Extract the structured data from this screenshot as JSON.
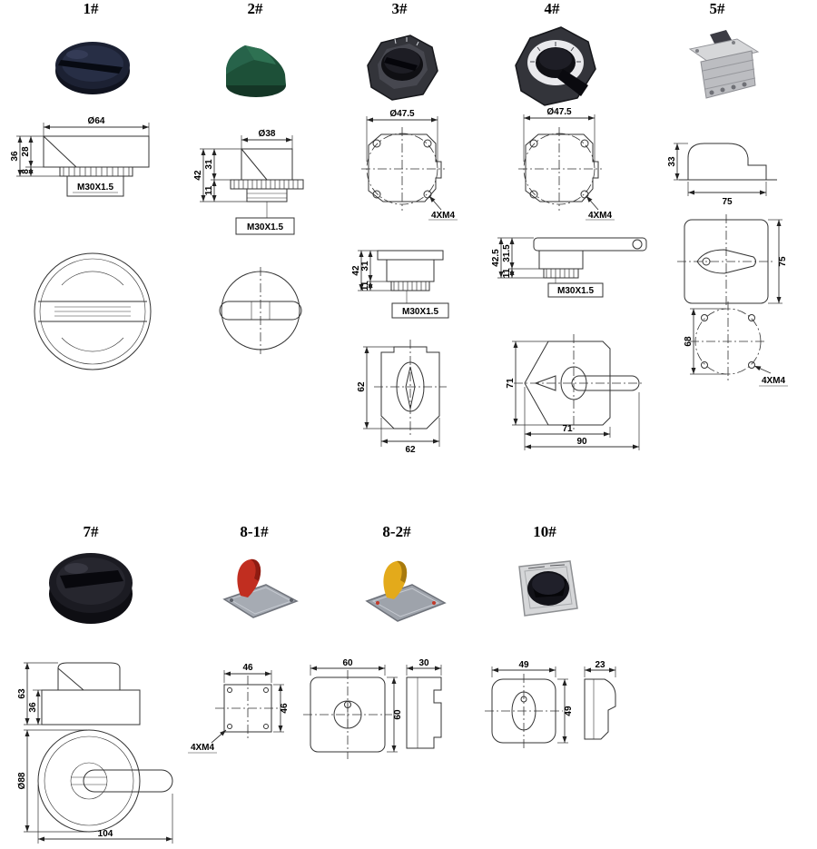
{
  "colors": {
    "line": "#333333",
    "knob_navy": "#1c2133",
    "knob_black": "#1b1b22",
    "knob_green": "#1d5038",
    "plate_dark": "#33343a",
    "lever_red": "#c12e20",
    "lever_yellow": "#e3aa1b",
    "plate_gray": "#a6abb3",
    "metal_light": "#d6d7d9"
  },
  "items": [
    {
      "label": "1#",
      "dims": {
        "diameter": "Ø64",
        "total": "36",
        "cap": "28",
        "collar": "8",
        "thread": "M30X1.5"
      }
    },
    {
      "label": "2#",
      "dims": {
        "diameter": "Ø38",
        "total": "42",
        "cap": "31",
        "collar": "11",
        "thread": "M30X1.5"
      }
    },
    {
      "label": "3#",
      "dims": {
        "circle": "Ø47.5",
        "screws": "4XM4",
        "total": "42",
        "cap": "31",
        "collar": "11",
        "thread": "M30X1.5",
        "width": "62",
        "height": "62"
      }
    },
    {
      "label": "4#",
      "dims": {
        "circle": "Ø47.5",
        "screws": "4XM4",
        "total": "42.5",
        "cap": "31.5",
        "collar": "11",
        "thread": "M30X1.5",
        "height": "71",
        "width": "71",
        "overall": "90"
      }
    },
    {
      "label": "5#",
      "dims": {
        "handle_height": "33",
        "width": "75",
        "face": "75",
        "mount_circle": "68",
        "screws": "4XM4"
      }
    },
    {
      "label": "7#",
      "dims": {
        "total": "63",
        "base": "36",
        "diameter": "Ø88",
        "overall": "104"
      }
    },
    {
      "label": "8-1#",
      "dims": {
        "width": "46",
        "height": "46",
        "screws": "4XM4"
      }
    },
    {
      "label": "8-2#",
      "dims": {
        "width": "60",
        "height": "60",
        "depth": "30"
      }
    },
    {
      "label": "10#",
      "dims": {
        "width": "49",
        "height": "49",
        "depth": "23"
      }
    }
  ]
}
